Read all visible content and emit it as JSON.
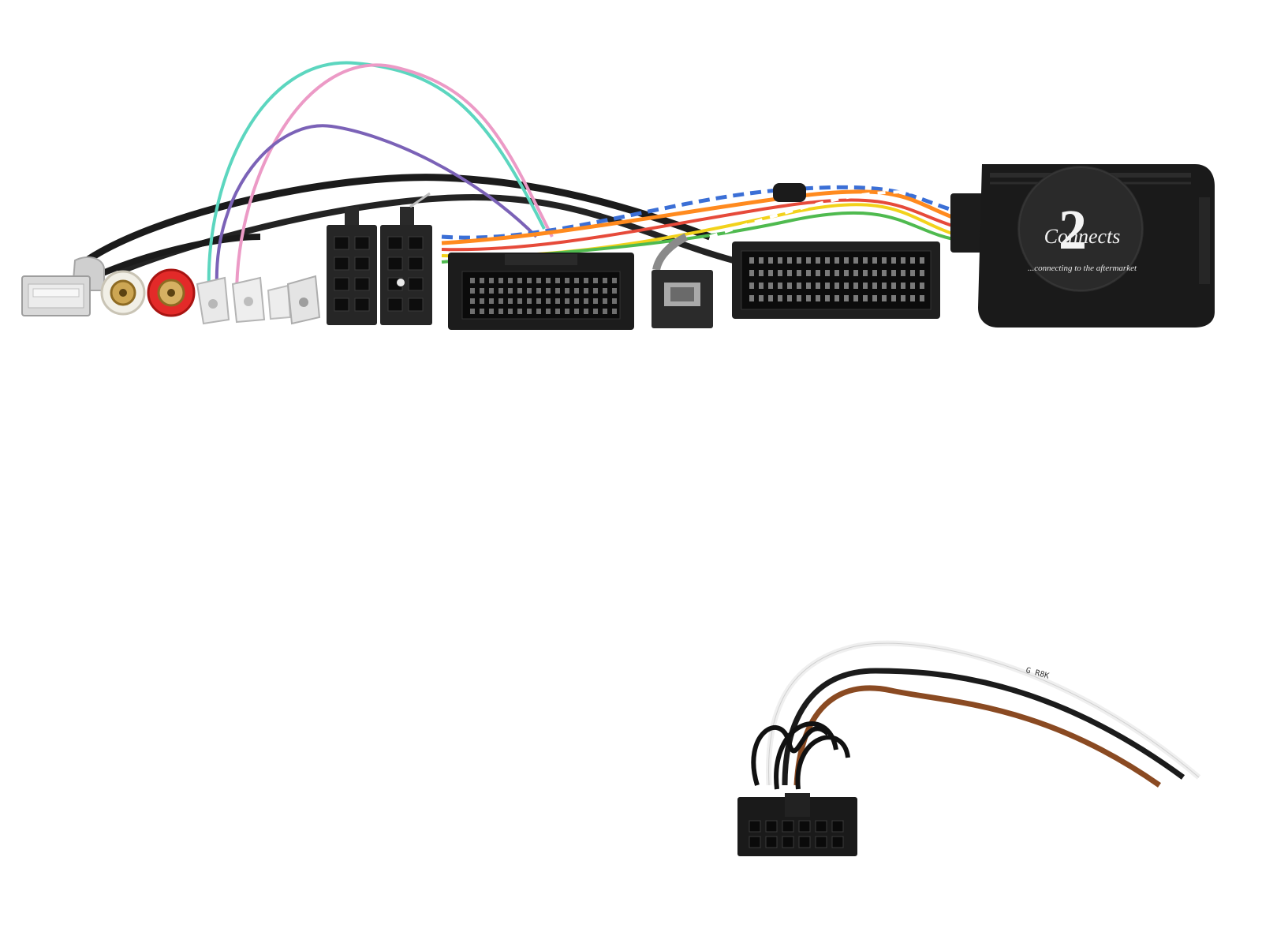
{
  "product": {
    "brand_word": "Connects",
    "brand_numeral": "2",
    "tagline": "...connecting to the aftermarket",
    "wire_print": "G R8K"
  },
  "colors": {
    "black": "#1b1b1b",
    "cyan": "#5cd6bf",
    "pink": "#ec9ac6",
    "purple": "#7b62b7",
    "blue": "#3b6fd6",
    "orange": "#ff8a1e",
    "red": "#e64a3a",
    "yellow": "#f2d21b",
    "green": "#4fba4f",
    "brown": "#8a4a22",
    "white": "#f4f4f4"
  }
}
